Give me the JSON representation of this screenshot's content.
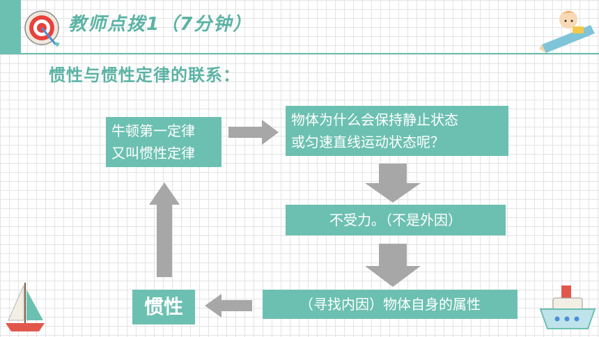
{
  "header": {
    "title": "教师点拨1（7分钟）"
  },
  "subtitle": "惯性与惯性定律的联系：",
  "boxes": {
    "newton_line1": "牛顿第一定律",
    "newton_line2": "又叫惯性定律",
    "question_line1": "物体为什么会保持静止状态",
    "question_line2": "或匀速直线运动状态呢？",
    "no_force": "不受力。（不是外因）",
    "intrinsic": "（寻找内因）物体自身的属性",
    "inertia": "惯性"
  },
  "colors": {
    "accent": "#6cc0b1",
    "arrow": "#a7a7a7",
    "title": "#5bb3a4"
  }
}
